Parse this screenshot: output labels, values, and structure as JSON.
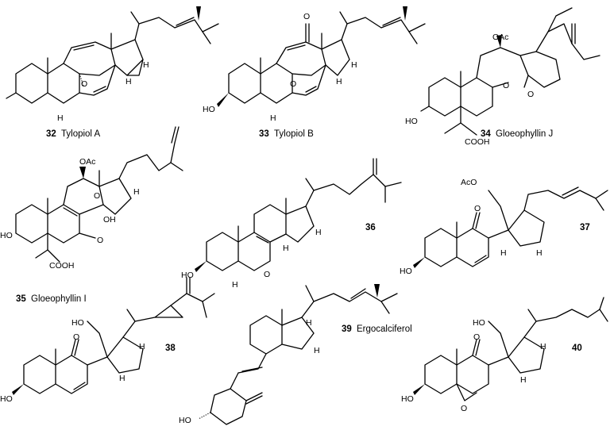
{
  "compounds": [
    {
      "number": "32",
      "name": "Tylopiol A"
    },
    {
      "number": "33",
      "name": "Tylopiol B"
    },
    {
      "number": "34",
      "name": "Gloeophyllin J"
    },
    {
      "number": "35",
      "name": "Gloeophyllin I"
    },
    {
      "number": "36",
      "name": ""
    },
    {
      "number": "37",
      "name": ""
    },
    {
      "number": "38",
      "name": ""
    },
    {
      "number": "39",
      "name": "Ergocalciferol"
    },
    {
      "number": "40",
      "name": ""
    }
  ],
  "atoms": {
    "O": "O",
    "H": "H",
    "HO": "HO",
    "OAc": "OAc",
    "AcO": "AcO",
    "COOH": "COOH",
    "OH": "OH"
  }
}
